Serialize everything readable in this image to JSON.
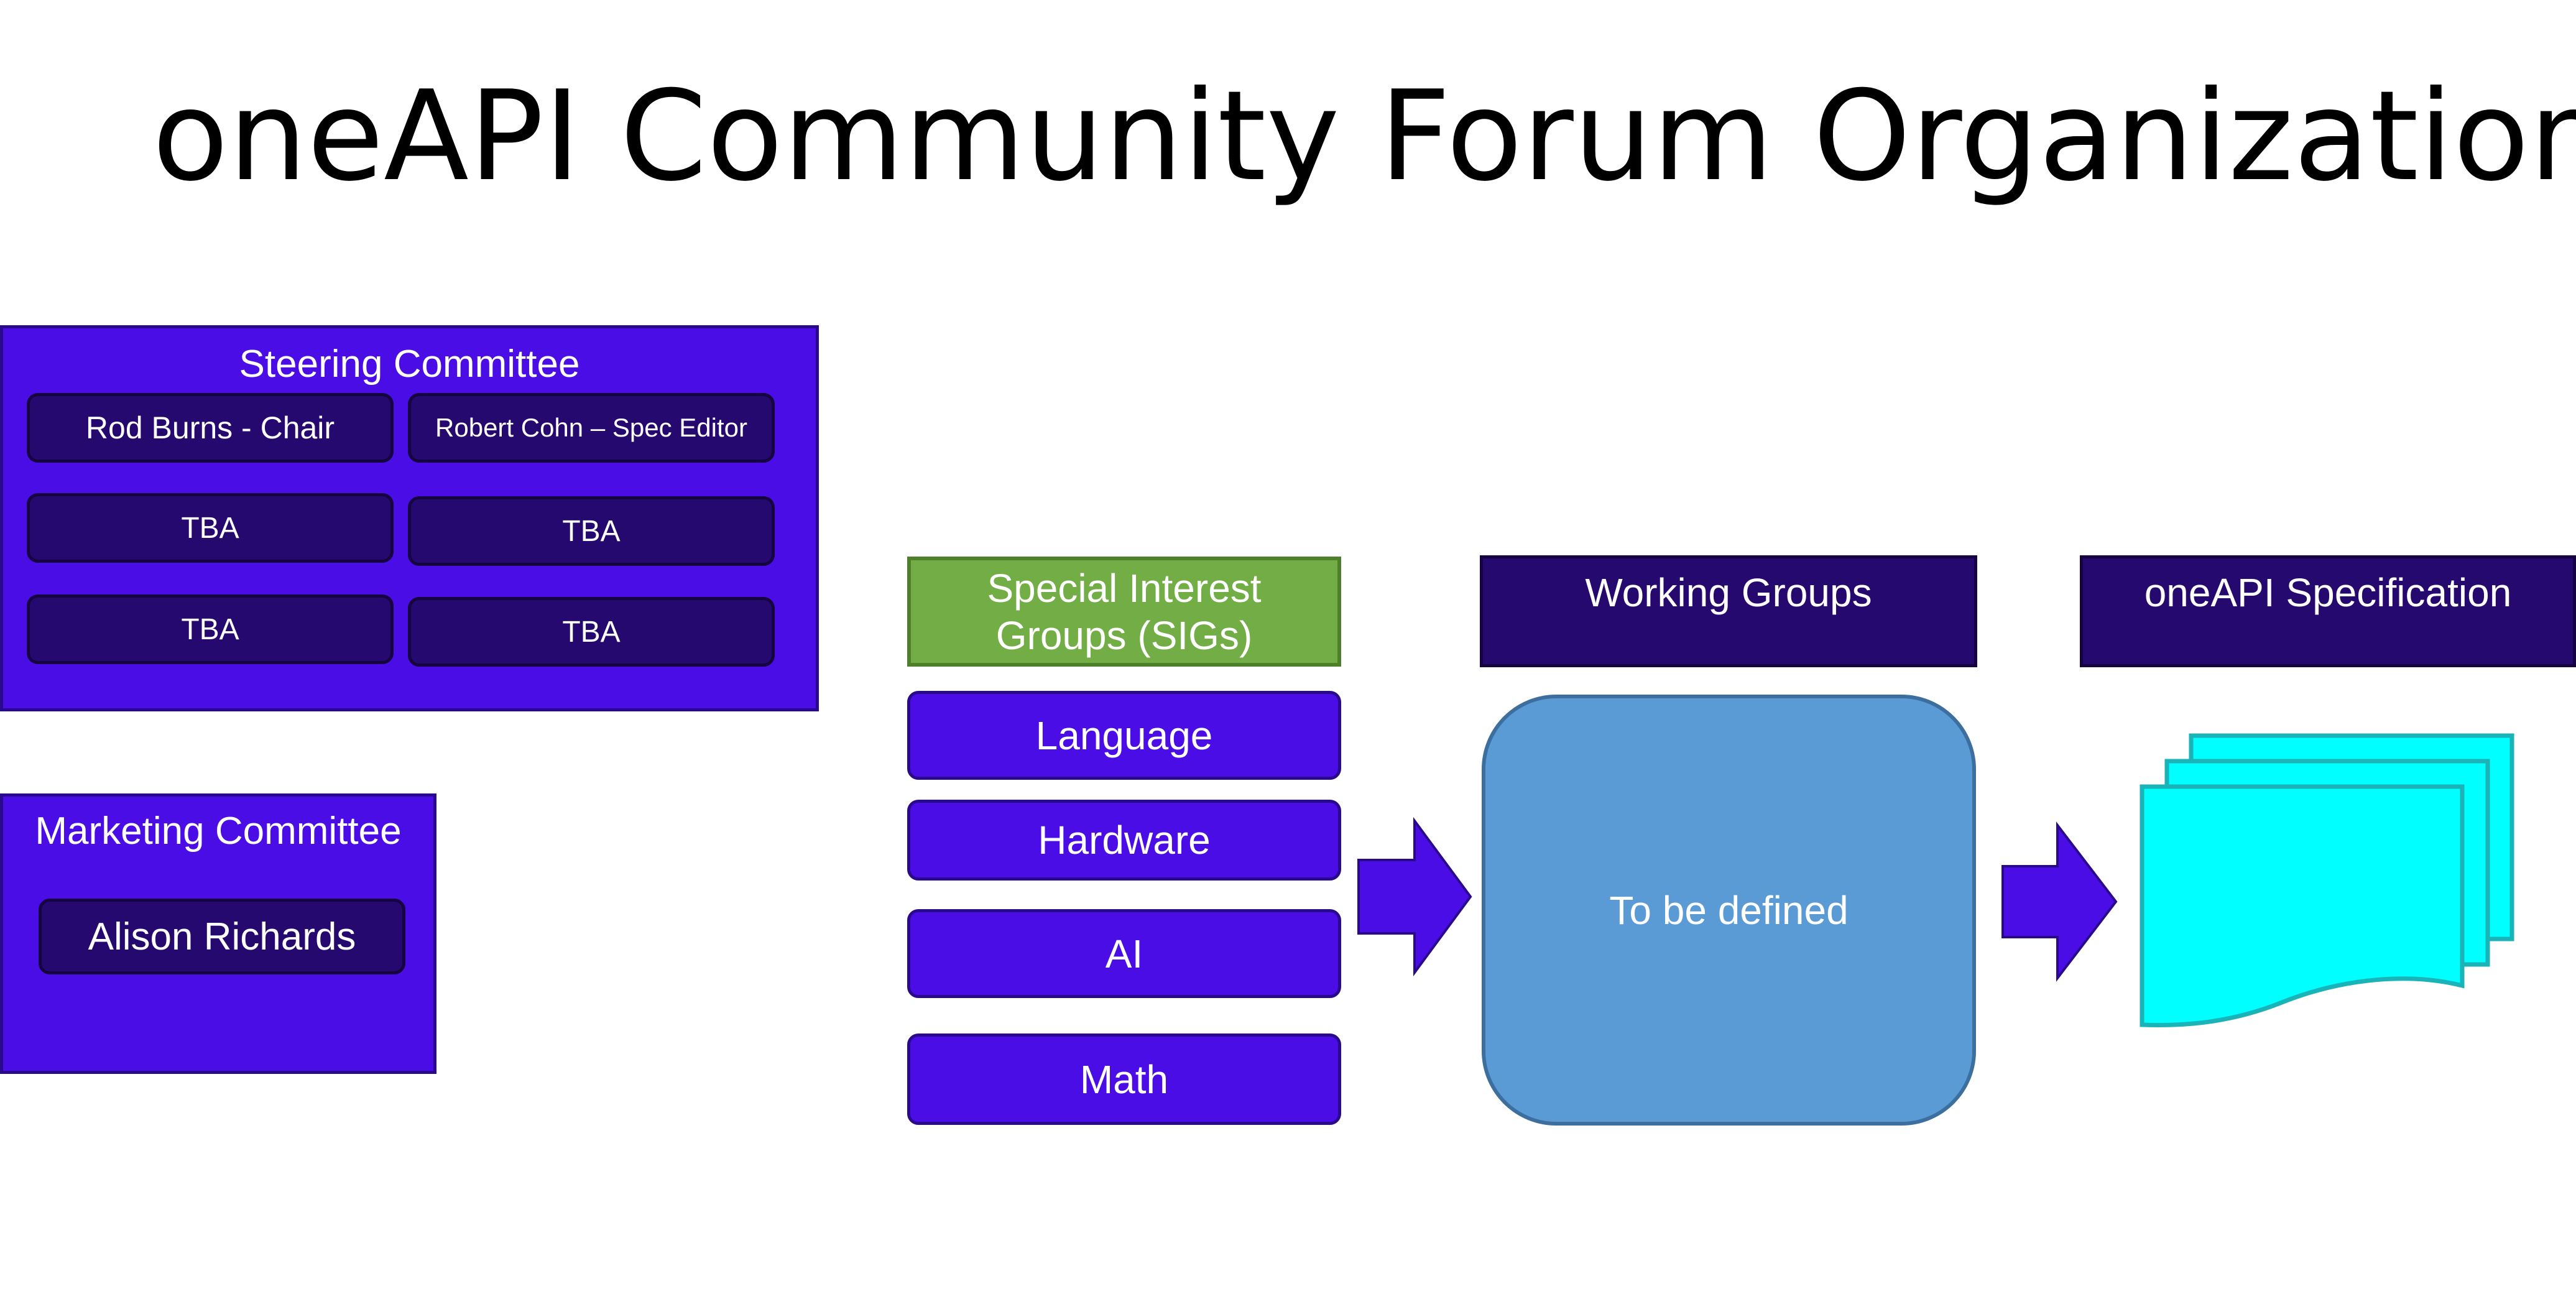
{
  "title": "oneAPI Community Forum Organization",
  "steering": {
    "title": "Steering Committee",
    "members": [
      "Rod Burns - Chair",
      "Robert Cohn – Spec Editor",
      "TBA",
      "TBA",
      "TBA",
      "TBA"
    ]
  },
  "marketing": {
    "title": "Marketing Committee",
    "members": [
      "Alison Richards"
    ]
  },
  "sigs": {
    "title": "Special Interest Groups (SIGs)",
    "title_line1": "Special Interest",
    "title_line2": "Groups (SIGs)",
    "items": [
      "Language",
      "Hardware",
      "AI",
      "Math"
    ]
  },
  "working_groups": {
    "title": "Working Groups",
    "body": "To be defined"
  },
  "specification": {
    "title": "oneAPI Specification"
  },
  "colors": {
    "primary_purple": "#4a0de6",
    "dark_purple": "#25096e",
    "sig_green": "#72ad46",
    "wg_blue": "#5b9bd5",
    "spec_cyan": "#00ffff"
  },
  "icons": {
    "arrow": "right-arrow-icon",
    "document": "multi-document-icon"
  }
}
